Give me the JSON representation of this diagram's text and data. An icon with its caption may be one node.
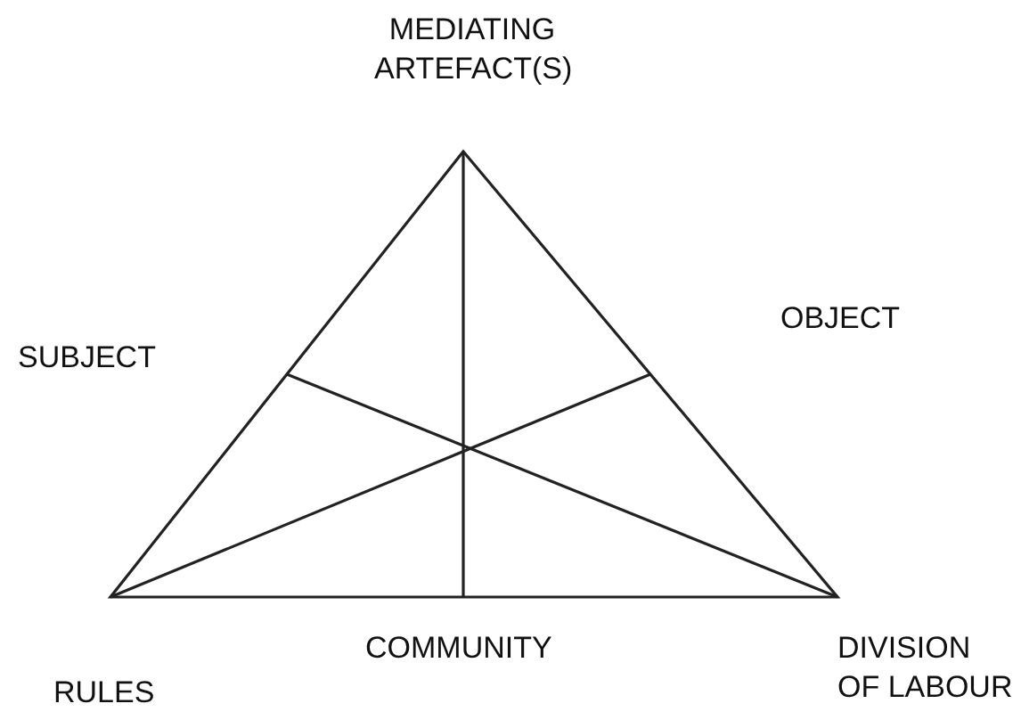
{
  "diagram": {
    "labels": [
      "MEDIATING ARTEFACT(S)",
      "SUBJECT",
      "OBJECT",
      "COMMUNITY",
      "DIVISION OF LABOUR",
      "RULES"
    ]
  }
}
